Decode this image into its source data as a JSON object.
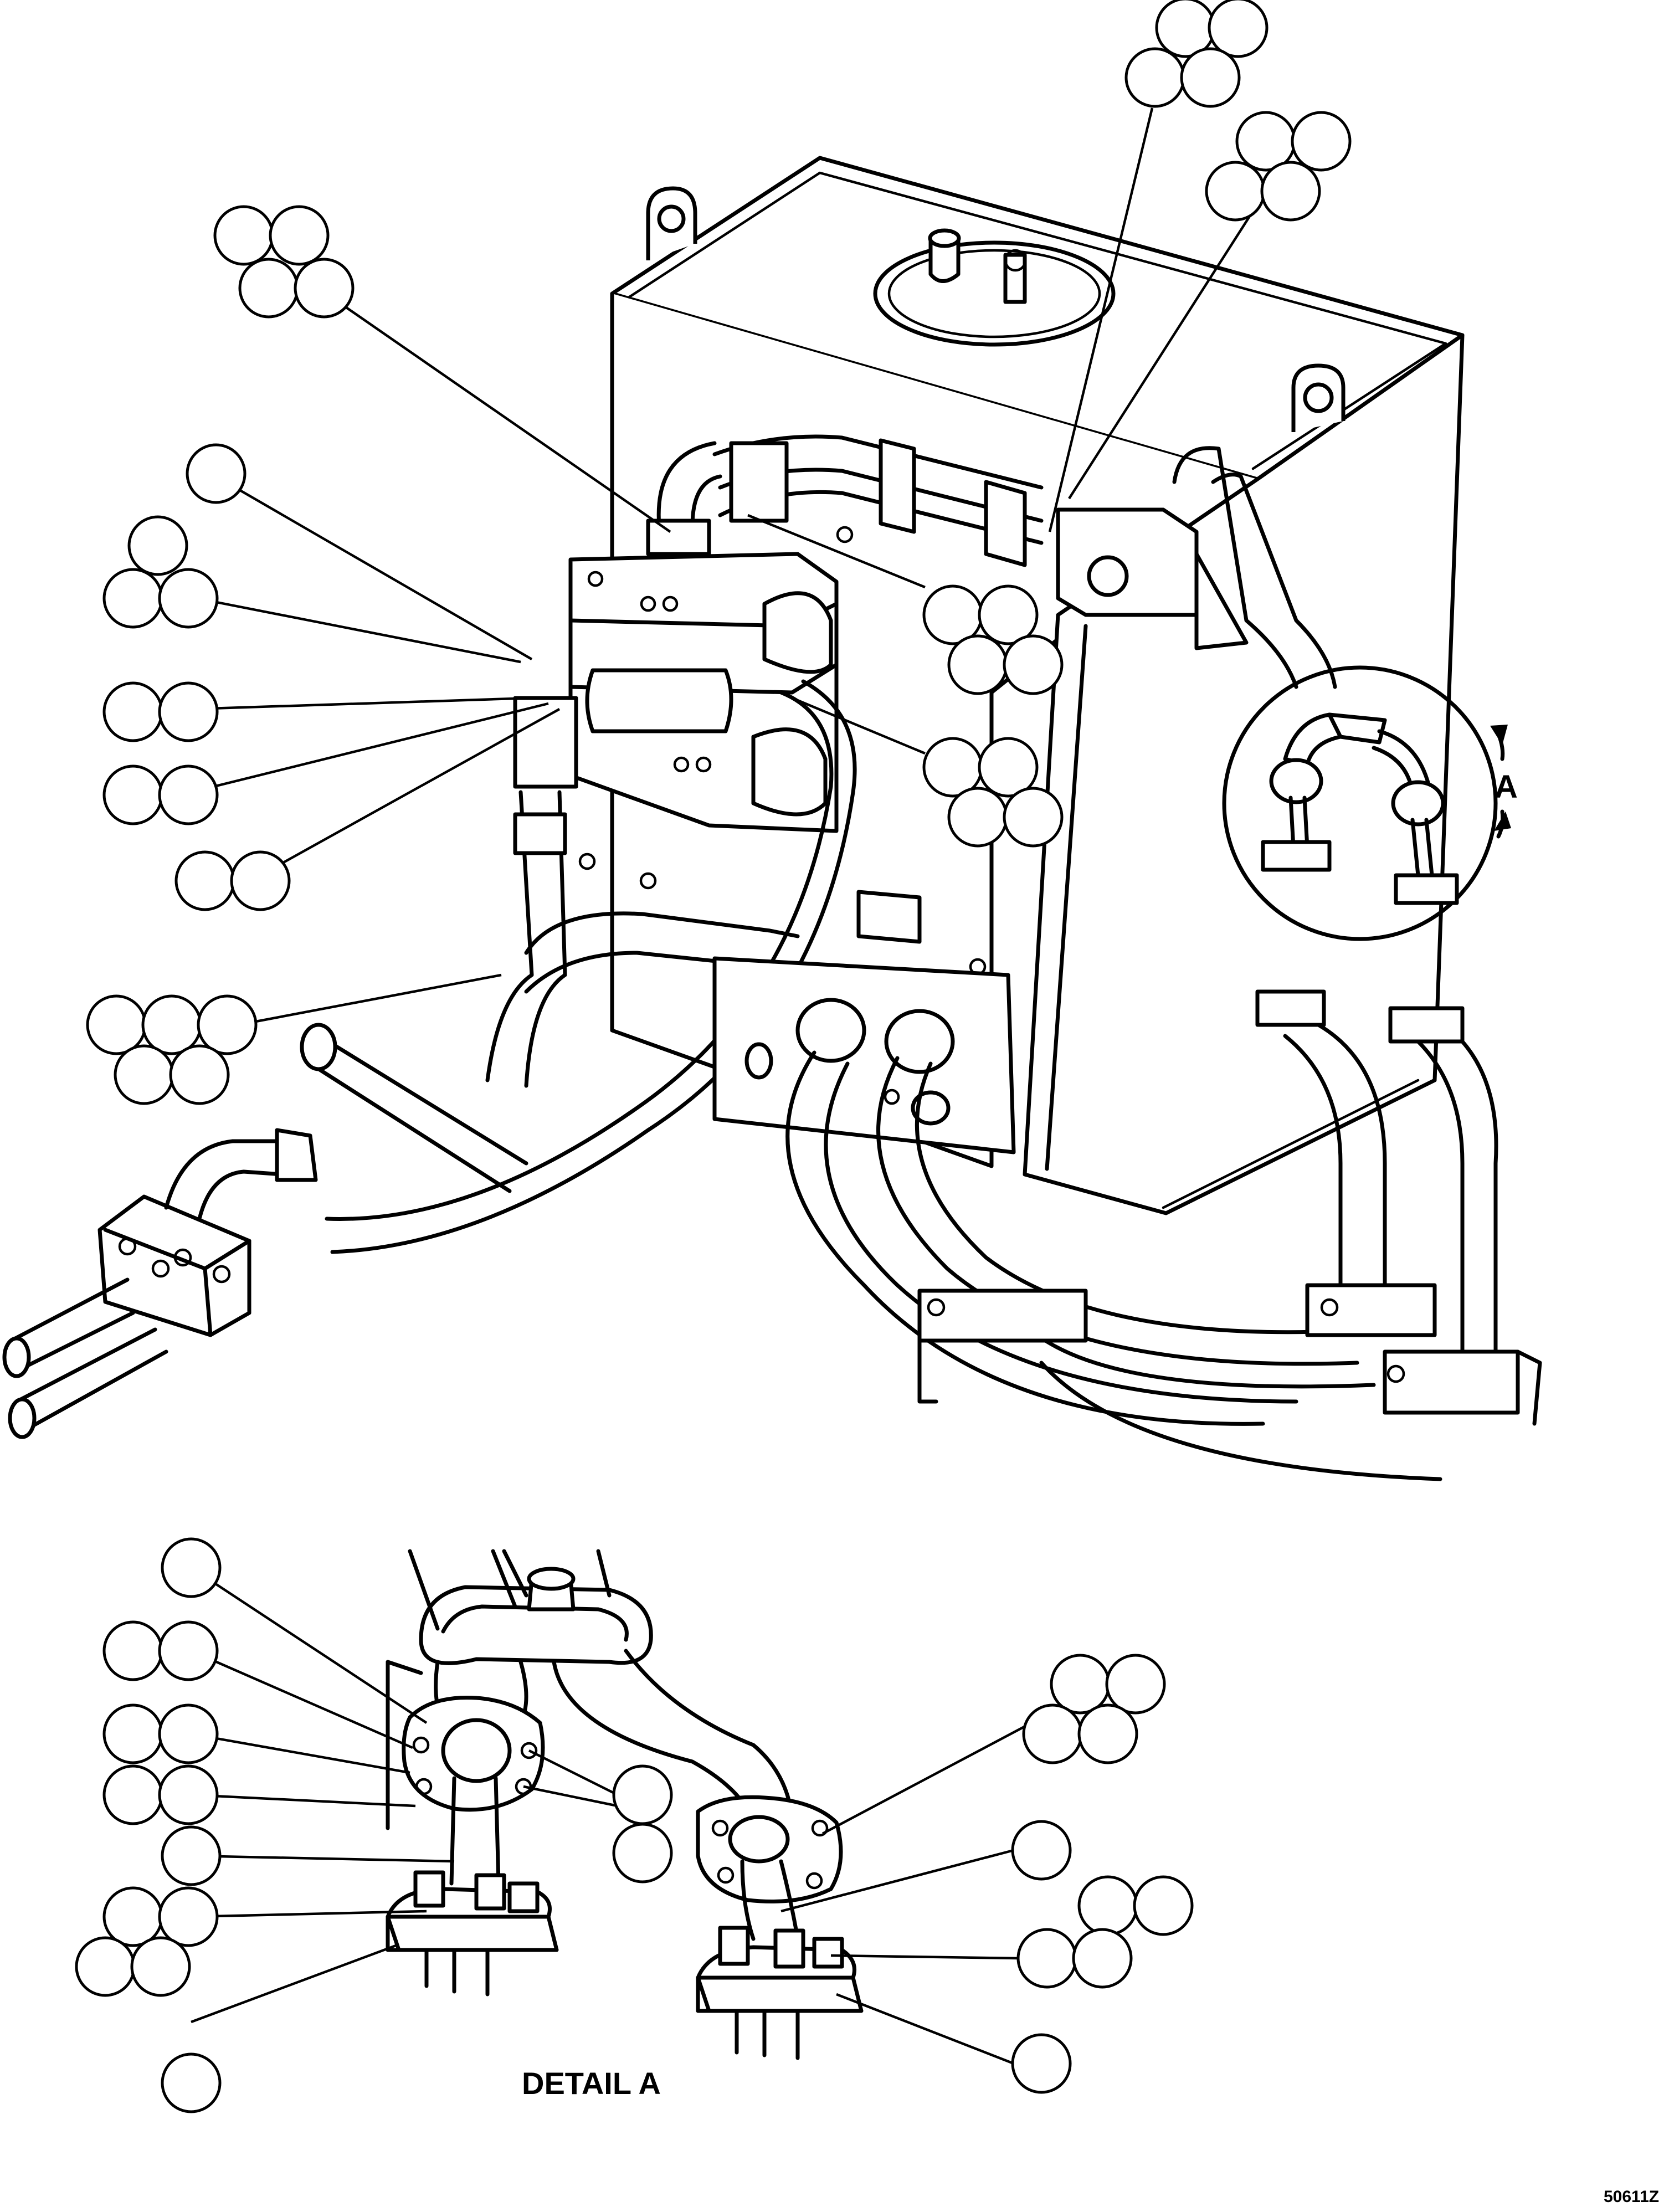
{
  "detail_callout": "A",
  "detail_title": "DETAIL A",
  "drawing_number": "50611Z",
  "colors": {
    "line": "#000000",
    "background": "#ffffff"
  }
}
